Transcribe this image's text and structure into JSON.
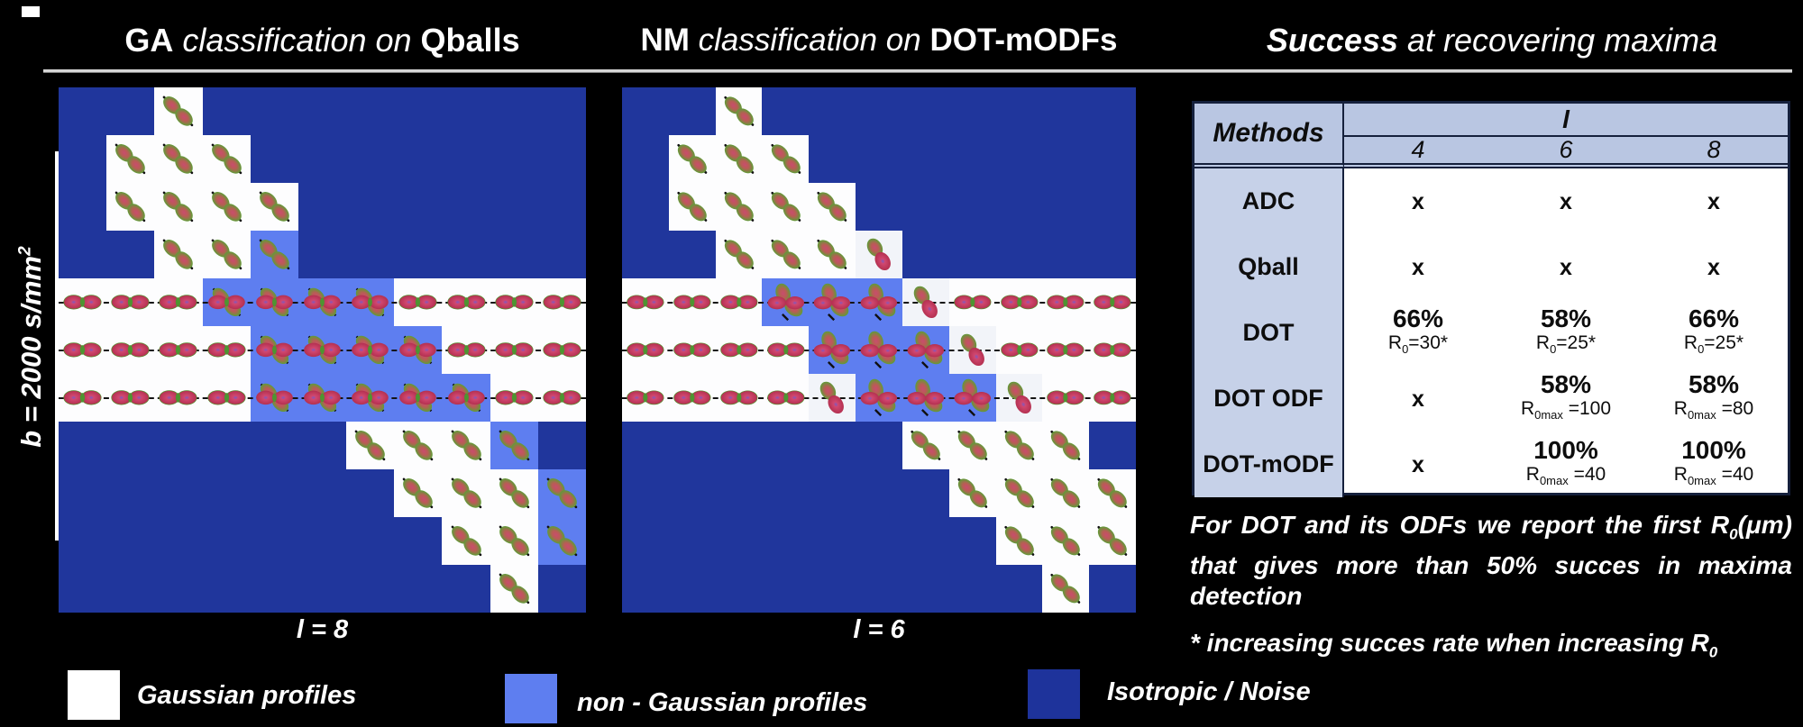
{
  "titles": {
    "left_bold1": "GA",
    "left_italic": " classification on ",
    "left_bold2": "Qballs",
    "mid_bold1": "NM",
    "mid_italic": " classification on ",
    "mid_bold2": "DOT-mODFs",
    "right_bold_italic": "Success",
    "right_italic": " at recovering maxima"
  },
  "b_label": {
    "text": "b = 2000 s/mm",
    "sup": "2"
  },
  "colors": {
    "dark_blue": "#20369c",
    "light_blue": "#5e7ef0",
    "pale_cell": "#f2f4f9",
    "white_cell": "#fdfdfe",
    "header_blue": "#b9c6e2",
    "method_blue": "#c6d1e8",
    "border_dark": "#15203c"
  },
  "panels": [
    {
      "name": "ga-qballs",
      "caption": "l = 8",
      "glyph_style": "ga",
      "dash_rows": [
        4,
        5,
        6
      ],
      "grid": [
        "D D Wd D D D D D D D D",
        "D Wd Wd Wd D D D D D D D",
        "D Wd Wd Wd Wd D D D D D D",
        "D D Wd Wd Ld D D D D D D",
        "Wh Wh Wh Lx Lx Lx Lx Wh Wh Wh Wh",
        "Wh Wh Wh Wh Lx Lx Lx Lx Wh Wh Wh",
        "Wh Wh Wh Wh Lx Lx Lx Lx Lx Wh Wh",
        "D D D D D D Wd Wd Wd Ld D",
        "D D D D D D D Wd Wd Wd Ld",
        "D D D D D D D D Wd Wd Ld",
        "D D D D D D D D D Wd D"
      ]
    },
    {
      "name": "nm-dot-modfs",
      "caption": "l = 6",
      "glyph_style": "nm",
      "dash_rows": [
        4,
        5,
        6
      ],
      "grid": [
        "D D Wd D D D D D D D D",
        "D Wd Wd Wd D D D D D D D",
        "D Wd Wd Wd Wd D D D D D D",
        "D D Wd Wd Wd Pt D D D D D",
        "Wh Wh Wh Lx Lx Lx Pt Wh Wh Wh Wh",
        "Wh Wh Wh Wh Lx Lx Lx Pt Wh Wh Wh",
        "Wh Wh Wh Wh Pt Lx Lx Lx Pt Wh Wh",
        "D D D D D D Wd Wd Wd Wd D",
        "D D D D D D D Wd Wd Wd Wd",
        "D D D D D D D D Wd Wd Wd",
        "D D D D D D D D D Wd D"
      ]
    }
  ],
  "table": {
    "title_col": "Methods",
    "span_header": "l",
    "col_headers": [
      "4",
      "6",
      "8"
    ],
    "rows": [
      {
        "method": "ADC",
        "cells": [
          {
            "main": "x"
          },
          {
            "main": "x"
          },
          {
            "main": "x"
          }
        ]
      },
      {
        "method": "Qball",
        "cells": [
          {
            "main": "x"
          },
          {
            "main": "x"
          },
          {
            "main": "x"
          }
        ]
      },
      {
        "method": "DOT",
        "cells": [
          {
            "main": "66%",
            "r": "R",
            "r_sub": "0",
            "r_rest": "=30*"
          },
          {
            "main": "58%",
            "r": "R",
            "r_sub": "0",
            "r_rest": "=25*"
          },
          {
            "main": "66%",
            "r": "R",
            "r_sub": "0",
            "r_rest": "=25*"
          }
        ]
      },
      {
        "method": "DOT ODF",
        "cells": [
          {
            "main": "x"
          },
          {
            "main": "58%",
            "r": "R",
            "r_sub": "0max",
            "r_rest": " =100"
          },
          {
            "main": "58%",
            "r": "R",
            "r_sub": "0max",
            "r_rest": " =80"
          }
        ]
      },
      {
        "method": "DOT-mODF",
        "cells": [
          {
            "main": "x"
          },
          {
            "main": "100%",
            "r": "R",
            "r_sub": "0max",
            "r_rest": " =40"
          },
          {
            "main": "100%",
            "r": "R",
            "r_sub": "0max",
            "r_rest": " =40"
          }
        ]
      }
    ]
  },
  "notes": {
    "p1": "For DOT and its ODFs we report the first R",
    "p1_sub": "0",
    "p2": "(μm) that gives more than 50% succes in maxima detection",
    "star": "* increasing succes rate when increasing R",
    "star_sub": "0"
  },
  "legend": [
    {
      "label": "Gaussian profiles",
      "color": "#ffffff"
    },
    {
      "label": "non - Gaussian profiles",
      "color": "#5e7ef0"
    },
    {
      "label": "Isotropic / Noise",
      "color": "#1e339b"
    }
  ]
}
